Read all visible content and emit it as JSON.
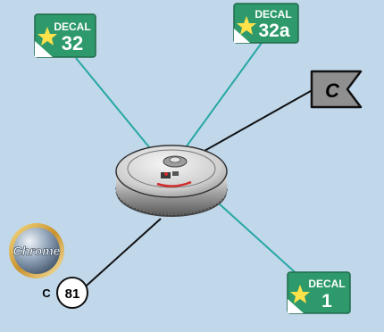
{
  "decals": [
    {
      "label": "DECAL",
      "number": "32"
    },
    {
      "label": "DECAL",
      "number": "32a"
    },
    {
      "label": "DECAL",
      "number": "1"
    }
  ],
  "color_flag": {
    "text": "C"
  },
  "chrome_badge": {
    "text": "Chrome"
  },
  "part_callout": {
    "color_code": "C",
    "number": "81"
  },
  "colors": {
    "background": "#c1d7ea",
    "decal_green": "#2e9a6b",
    "decal_dark_green": "#1f6b4a",
    "leader_teal": "#27a8a3",
    "leader_black": "#111111",
    "flag_gray": "#8f8f8f",
    "part_silver": "#c9c9c9",
    "decal_red": "#d22b2b"
  },
  "icons": {
    "decal": "decal-tag-icon",
    "flag": "paint-color-flag-icon",
    "chrome": "chrome-finish-badge-icon"
  }
}
